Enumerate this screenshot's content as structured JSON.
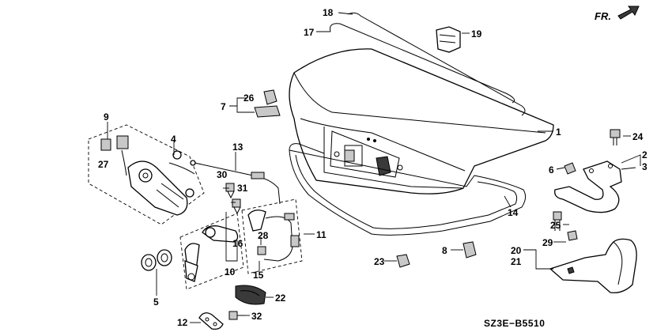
{
  "direction_label": "FR.",
  "diagram_code": "SZ3E−B5510",
  "callouts": {
    "c1": "1",
    "c2": "2",
    "c3": "3",
    "c4": "4",
    "c5": "5",
    "c6": "6",
    "c7": "7",
    "c8": "8",
    "c9": "9",
    "c10": "10",
    "c11": "11",
    "c12": "12",
    "c13": "13",
    "c14": "14",
    "c15": "15",
    "c16": "16",
    "c17": "17",
    "c18": "18",
    "c19": "19",
    "c20": "20",
    "c21": "21",
    "c22": "22",
    "c23": "23",
    "c24": "24",
    "c25": "25",
    "c26": "26",
    "c27": "27",
    "c28": "28",
    "c29": "29",
    "c30": "30",
    "c31": "31",
    "c32": "32"
  }
}
